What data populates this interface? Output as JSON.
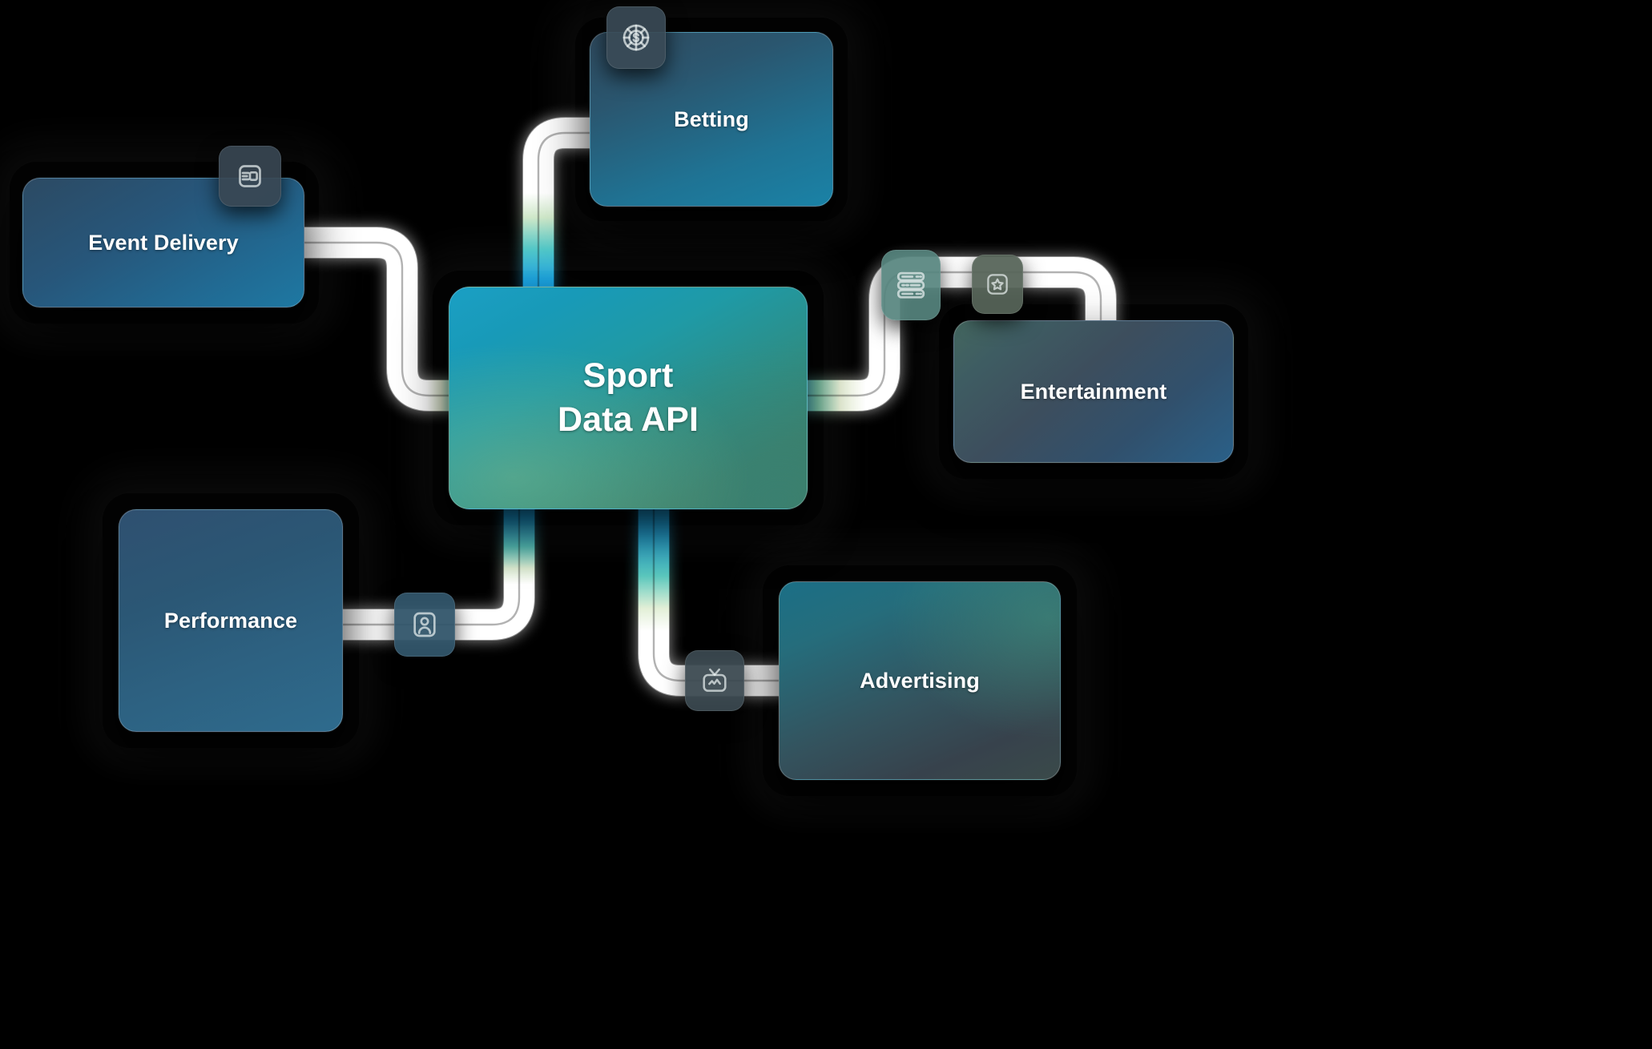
{
  "diagram": {
    "title": "Sport Data API ecosystem diagram",
    "background_color": "#000000",
    "center": {
      "id": "sport-data-api",
      "label_line1": "Sport",
      "label_line2": "Data API",
      "icon": "server-icon",
      "accent": "#1b9fc4"
    },
    "nodes": [
      {
        "id": "betting",
        "label": "Betting",
        "icon": "poker-chip-dollar-icon",
        "color": "#1a82a6"
      },
      {
        "id": "event-delivery",
        "label": "Event Delivery",
        "icon": "send-card-icon",
        "color": "#1e78a2"
      },
      {
        "id": "entertainment",
        "label": "Entertainment",
        "icon": "star-square-icon",
        "color": "#2a6088"
      },
      {
        "id": "performance",
        "label": "Performance",
        "icon": "person-card-icon",
        "color": "#2e6b8d"
      },
      {
        "id": "advertising",
        "label": "Advertising",
        "icon": "tv-signal-icon",
        "color": "#1b6f86"
      }
    ],
    "connectors": {
      "stroke_white": "#ffffff",
      "glow_cyan": "#0f9ff0",
      "glow_teal": "#2ec9c2",
      "glow_pale": "#e6f3d8",
      "edges": [
        {
          "from": "event-delivery",
          "to": "sport-data-api"
        },
        {
          "from": "sport-data-api",
          "to": "betting"
        },
        {
          "from": "sport-data-api",
          "to": "entertainment"
        },
        {
          "from": "sport-data-api",
          "to": "performance"
        },
        {
          "from": "sport-data-api",
          "to": "advertising"
        }
      ]
    }
  }
}
